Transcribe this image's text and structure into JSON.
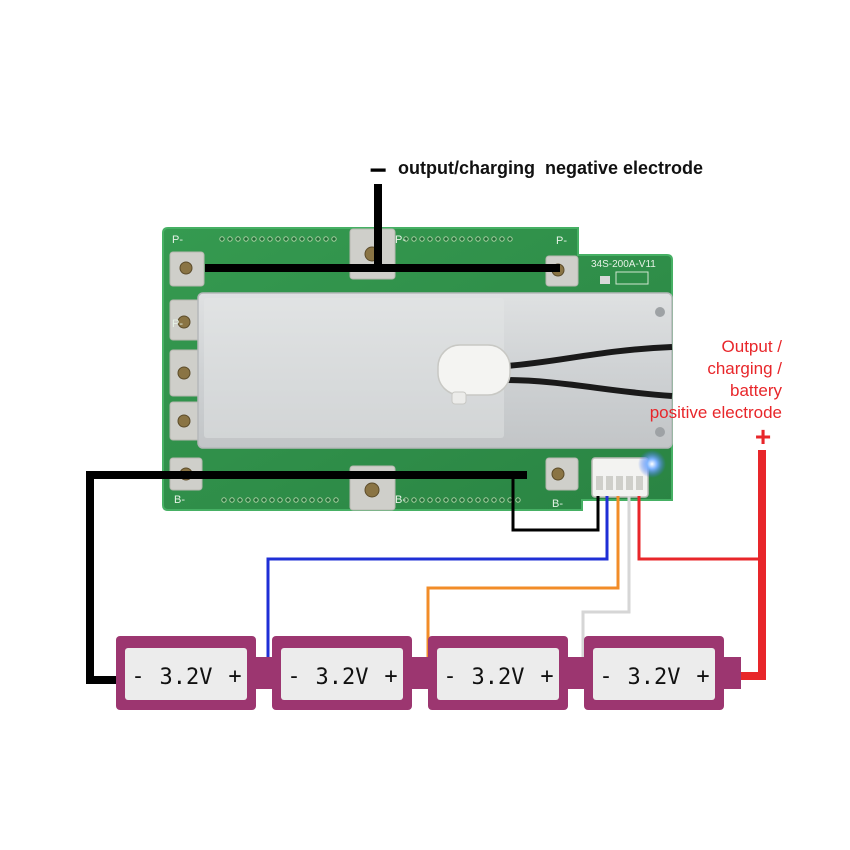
{
  "labels": {
    "negative_sign": "−",
    "negative_text": "output/charging  negative electrode",
    "positive_lines": [
      "Output /",
      "charging /",
      "battery",
      "positive electrode"
    ],
    "positive_sign": "+"
  },
  "pcb": {
    "model": "34S-200A-V11",
    "p_minus": "P-",
    "b_minus": "B-"
  },
  "cells": [
    {
      "neg": "-",
      "voltage": "3.2V",
      "pos": "+"
    },
    {
      "neg": "-",
      "voltage": "3.2V",
      "pos": "+"
    },
    {
      "neg": "-",
      "voltage": "3.2V",
      "pos": "+"
    },
    {
      "neg": "-",
      "voltage": "3.2V",
      "pos": "+"
    }
  ],
  "colors": {
    "negative_wire": "#000000",
    "positive_wire": "#e8262a",
    "balance_wire_1": "#1f2fd6",
    "balance_wire_2": "#f28c28",
    "balance_wire_3": "#d6d6d6",
    "cell_body": "#9c3670",
    "pcb": "#2f8f4a"
  }
}
